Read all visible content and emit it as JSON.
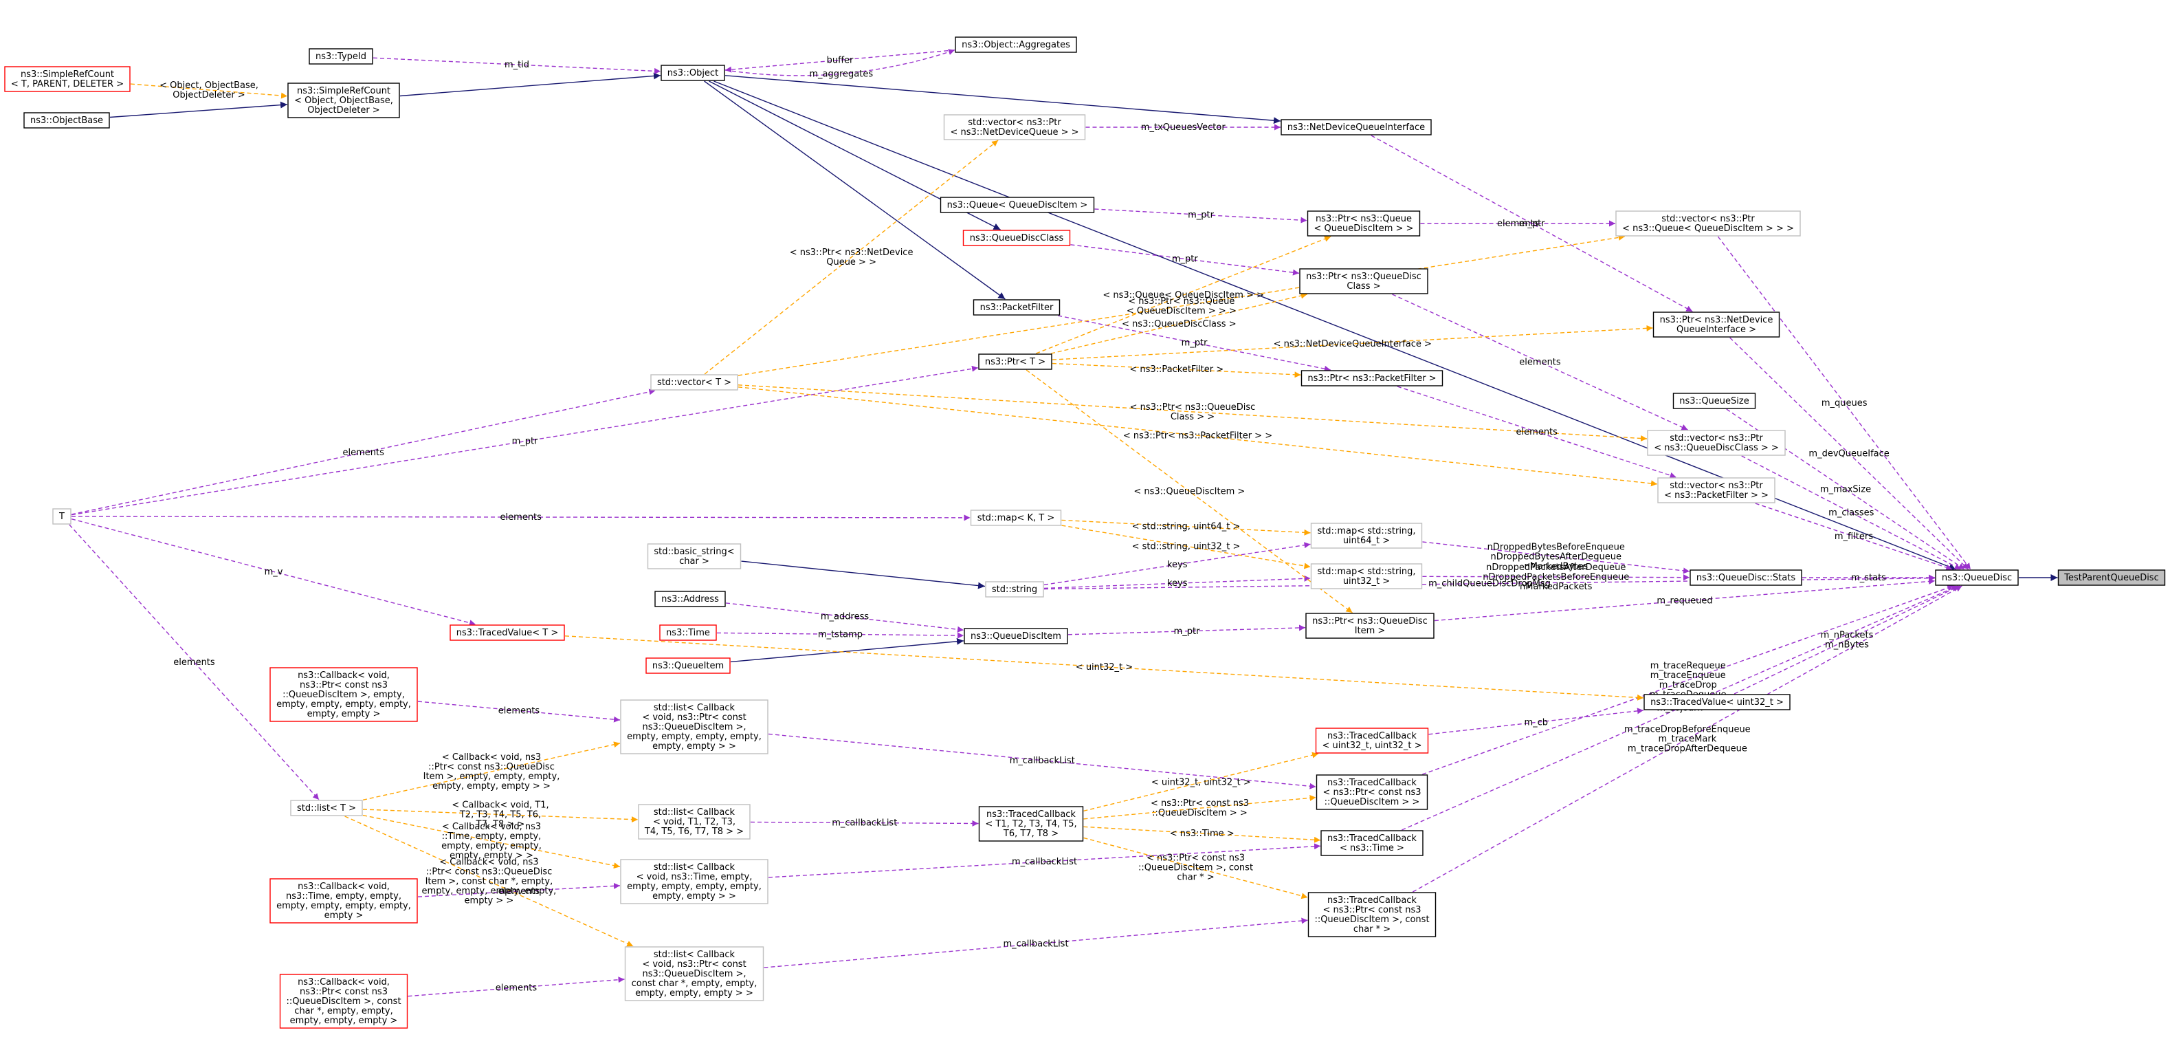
{
  "nodes": [
    {
      "id": "test_parent",
      "lines": [
        "TestParentQueueDisc"
      ],
      "style": "hl"
    },
    {
      "id": "queue_disc",
      "lines": [
        "ns3::QueueDisc"
      ],
      "style": "black"
    },
    {
      "id": "object",
      "lines": [
        "ns3::Object"
      ],
      "style": "black"
    },
    {
      "id": "typeid",
      "lines": [
        "ns3::TypeId"
      ],
      "style": "black"
    },
    {
      "id": "aggregates",
      "lines": [
        "ns3::Object::Aggregates"
      ],
      "style": "black"
    },
    {
      "id": "simple_refcount_obj",
      "lines": [
        "ns3::SimpleRefCount",
        "< Object, ObjectBase,",
        "ObjectDeleter >"
      ],
      "style": "black"
    },
    {
      "id": "simple_refcount_tpl",
      "lines": [
        "ns3::SimpleRefCount",
        "< T, PARENT, DELETER >"
      ],
      "style": "red"
    },
    {
      "id": "object_base",
      "lines": [
        "ns3::ObjectBase"
      ],
      "style": "black"
    },
    {
      "id": "ndqi",
      "lines": [
        "ns3::NetDeviceQueueInterface"
      ],
      "style": "black"
    },
    {
      "id": "vec_ptr_ndq",
      "lines": [
        "std::vector< ns3::Ptr",
        "< ns3::NetDeviceQueue > >"
      ],
      "style": "gray"
    },
    {
      "id": "queue_qdi",
      "lines": [
        "ns3::Queue< QueueDiscItem >"
      ],
      "style": "black"
    },
    {
      "id": "ptr_queue",
      "lines": [
        "ns3::Ptr< ns3::Queue",
        "< QueueDiscItem > >"
      ],
      "style": "black"
    },
    {
      "id": "vec_ptr_queue",
      "lines": [
        "std::vector< ns3::Ptr",
        "< ns3::Queue< QueueDiscItem > > >"
      ],
      "style": "gray"
    },
    {
      "id": "qdclass",
      "lines": [
        "ns3::QueueDiscClass"
      ],
      "style": "red"
    },
    {
      "id": "ptr_qdclass",
      "lines": [
        "ns3::Ptr< ns3::QueueDisc",
        "Class >"
      ],
      "style": "black"
    },
    {
      "id": "packet_filter",
      "lines": [
        "ns3::PacketFilter"
      ],
      "style": "black"
    },
    {
      "id": "ptr_t",
      "lines": [
        "ns3::Ptr< T >"
      ],
      "style": "black"
    },
    {
      "id": "ptr_ndqi",
      "lines": [
        "ns3::Ptr< ns3::NetDevice",
        "QueueInterface >"
      ],
      "style": "black"
    },
    {
      "id": "vec_t",
      "lines": [
        "std::vector< T >"
      ],
      "style": "gray"
    },
    {
      "id": "ptr_pf",
      "lines": [
        "ns3::Ptr< ns3::PacketFilter >"
      ],
      "style": "black"
    },
    {
      "id": "queue_size",
      "lines": [
        "ns3::QueueSize"
      ],
      "style": "black"
    },
    {
      "id": "vec_ptr_qdclass",
      "lines": [
        "std::vector< ns3::Ptr",
        "< ns3::QueueDiscClass > >"
      ],
      "style": "gray"
    },
    {
      "id": "vec_ptr_pf",
      "lines": [
        "std::vector< ns3::Ptr",
        "< ns3::PacketFilter > >"
      ],
      "style": "gray"
    },
    {
      "id": "t",
      "lines": [
        "T"
      ],
      "style": "gray"
    },
    {
      "id": "map_kt",
      "lines": [
        "std::map< K, T >"
      ],
      "style": "gray"
    },
    {
      "id": "map_u64",
      "lines": [
        "std::map< std::string,",
        "uint64_t >"
      ],
      "style": "gray"
    },
    {
      "id": "map_u32",
      "lines": [
        "std::map< std::string,",
        "uint32_t >"
      ],
      "style": "gray"
    },
    {
      "id": "basic_string",
      "lines": [
        "std::basic_string<",
        "char >"
      ],
      "style": "gray"
    },
    {
      "id": "std_string",
      "lines": [
        "std::string"
      ],
      "style": "gray"
    },
    {
      "id": "stats",
      "lines": [
        "ns3::QueueDisc::Stats"
      ],
      "style": "black"
    },
    {
      "id": "address",
      "lines": [
        "ns3::Address"
      ],
      "style": "black"
    },
    {
      "id": "time",
      "lines": [
        "ns3::Time"
      ],
      "style": "red"
    },
    {
      "id": "qdi",
      "lines": [
        "ns3::QueueDiscItem"
      ],
      "style": "black"
    },
    {
      "id": "queue_item",
      "lines": [
        "ns3::QueueItem"
      ],
      "style": "red"
    },
    {
      "id": "ptr_qdi",
      "lines": [
        "ns3::Ptr< ns3::QueueDisc",
        "Item >"
      ],
      "style": "black"
    },
    {
      "id": "traced_value_t",
      "lines": [
        "ns3::TracedValue< T >"
      ],
      "style": "red"
    },
    {
      "id": "traced_value_u32",
      "lines": [
        "ns3::TracedValue< uint32_t >"
      ],
      "style": "black"
    },
    {
      "id": "cb_ptr_qdi",
      "lines": [
        "ns3::Callback< void,",
        "ns3::Ptr< const ns3",
        "::QueueDiscItem >, empty,",
        "empty, empty, empty, empty,",
        "empty, empty >"
      ],
      "style": "red"
    },
    {
      "id": "list_cb_ptr_qdi",
      "lines": [
        "std::list< Callback",
        "< void, ns3::Ptr< const",
        "ns3::QueueDiscItem >,",
        "empty, empty, empty, empty,",
        "empty, empty > >"
      ],
      "style": "gray"
    },
    {
      "id": "tcb_u32",
      "lines": [
        "ns3::TracedCallback",
        "< uint32_t, uint32_t >"
      ],
      "style": "red"
    },
    {
      "id": "list_t",
      "lines": [
        "std::list< T >"
      ],
      "style": "gray"
    },
    {
      "id": "list_cb_t",
      "lines": [
        "std::list< Callback",
        "< void, T1, T2, T3,",
        "T4, T5, T6, T7, T8 > >"
      ],
      "style": "gray"
    },
    {
      "id": "tcb_t",
      "lines": [
        "ns3::TracedCallback",
        "< T1, T2, T3, T4, T5,",
        "T6, T7, T8 >"
      ],
      "style": "black"
    },
    {
      "id": "tcb_ptr_qdi",
      "lines": [
        "ns3::TracedCallback",
        "< ns3::Ptr< const ns3",
        "::QueueDiscItem > >"
      ],
      "style": "black"
    },
    {
      "id": "tcb_time",
      "lines": [
        "ns3::TracedCallback",
        "< ns3::Time >"
      ],
      "style": "black"
    },
    {
      "id": "list_cb_time",
      "lines": [
        "std::list< Callback",
        "< void, ns3::Time, empty,",
        "empty, empty, empty, empty,",
        "empty, empty > >"
      ],
      "style": "gray"
    },
    {
      "id": "cb_time",
      "lines": [
        "ns3::Callback< void,",
        "ns3::Time, empty, empty,",
        "empty, empty, empty, empty,",
        "empty >"
      ],
      "style": "red"
    },
    {
      "id": "tcb_ptr_qdi_char",
      "lines": [
        "ns3::TracedCallback",
        "< ns3::Ptr< const ns3",
        "::QueueDiscItem >, const",
        "char * >"
      ],
      "style": "black"
    },
    {
      "id": "list_cb_ptr_qdi_char",
      "lines": [
        "std::list< Callback",
        "< void, ns3::Ptr< const",
        "ns3::QueueDiscItem >,",
        "const char *, empty, empty,",
        "empty, empty, empty > >"
      ],
      "style": "gray"
    },
    {
      "id": "cb_ptr_qdi_char",
      "lines": [
        "ns3::Callback< void,",
        "ns3::Ptr< const ns3",
        "::QueueDiscItem >, const",
        "char *, empty, empty,",
        "empty, empty, empty >"
      ],
      "style": "red"
    }
  ],
  "edges": [
    {
      "kind": "inh",
      "from": "queue_disc",
      "to": "test_parent",
      "label": []
    },
    {
      "kind": "inh",
      "from": "object",
      "to": "queue_disc",
      "label": []
    },
    {
      "kind": "inh",
      "from": "simple_refcount_obj",
      "to": "object",
      "label": []
    },
    {
      "kind": "inh",
      "from": "object_base",
      "to": "simple_refcount_obj",
      "label": []
    },
    {
      "kind": "inh",
      "from": "object",
      "to": "ndqi",
      "label": []
    },
    {
      "kind": "inh",
      "from": "object",
      "to": "qdclass",
      "label": []
    },
    {
      "kind": "inh",
      "from": "object",
      "to": "packet_filter",
      "label": []
    },
    {
      "kind": "inh",
      "from": "basic_string",
      "to": "std_string",
      "label": []
    },
    {
      "kind": "inh",
      "from": "queue_item",
      "to": "qdi",
      "label": []
    },
    {
      "kind": "use",
      "from": "typeid",
      "to": "object",
      "label": [
        "m_tid"
      ]
    },
    {
      "kind": "use",
      "from": "aggregates",
      "to": "object",
      "label": [
        "buffer"
      ]
    },
    {
      "kind": "use",
      "from": "object",
      "to": "aggregates",
      "label": [
        "m_aggregates"
      ]
    },
    {
      "kind": "tpl",
      "from": "simple_refcount_tpl",
      "to": "simple_refcount_obj",
      "label": [
        "< Object, ObjectBase,",
        "ObjectDeleter >"
      ]
    },
    {
      "kind": "use",
      "from": "vec_ptr_ndq",
      "to": "ndqi",
      "label": [
        "m_txQueuesVector"
      ]
    },
    {
      "kind": "use",
      "from": "ndqi",
      "to": "ptr_ndqi",
      "label": [
        "m_ptr"
      ]
    },
    {
      "kind": "use",
      "from": "queue_qdi",
      "to": "ptr_queue",
      "label": [
        "m_ptr"
      ]
    },
    {
      "kind": "use",
      "from": "ptr_queue",
      "to": "vec_ptr_queue",
      "label": [
        "elements"
      ]
    },
    {
      "kind": "use",
      "from": "qdclass",
      "to": "ptr_qdclass",
      "label": [
        "m_ptr"
      ]
    },
    {
      "kind": "use",
      "from": "packet_filter",
      "to": "ptr_pf",
      "label": [
        "m_ptr"
      ]
    },
    {
      "kind": "use",
      "from": "ptr_ndqi",
      "to": "queue_disc",
      "label": [
        "m_devQueueIface"
      ]
    },
    {
      "kind": "use",
      "from": "vec_ptr_queue",
      "to": "queue_disc",
      "label": [
        "m_queues"
      ]
    },
    {
      "kind": "use",
      "from": "ptr_qdclass",
      "to": "vec_ptr_qdclass",
      "label": [
        "elements"
      ]
    },
    {
      "kind": "use",
      "from": "ptr_pf",
      "to": "vec_ptr_pf",
      "label": [
        "elements"
      ]
    },
    {
      "kind": "use",
      "from": "queue_size",
      "to": "queue_disc",
      "label": [
        "m_maxSize"
      ]
    },
    {
      "kind": "use",
      "from": "vec_ptr_qdclass",
      "to": "queue_disc",
      "label": [
        "m_classes"
      ]
    },
    {
      "kind": "use",
      "from": "vec_ptr_pf",
      "to": "queue_disc",
      "label": [
        "m_filters"
      ]
    },
    {
      "kind": "use",
      "from": "stats",
      "to": "queue_disc",
      "label": [
        "m_stats"
      ]
    },
    {
      "kind": "use",
      "from": "ptr_qdi",
      "to": "queue_disc",
      "label": [
        "m_requeued"
      ]
    },
    {
      "kind": "use",
      "from": "std_string",
      "to": "queue_disc",
      "label": [
        "m_childQueueDiscDropMsg"
      ]
    },
    {
      "kind": "use",
      "from": "traced_value_u32",
      "to": "queue_disc",
      "label": [
        "m_nPackets",
        "m_nBytes"
      ]
    },
    {
      "kind": "use",
      "from": "tcb_ptr_qdi",
      "to": "queue_disc",
      "label": [
        "m_traceRequeue",
        "m_traceEnqueue",
        "m_traceDrop",
        "m_traceDequeue"
      ]
    },
    {
      "kind": "use",
      "from": "tcb_time",
      "to": "queue_disc",
      "label": [
        "m_sojourn"
      ]
    },
    {
      "kind": "use",
      "from": "tcb_ptr_qdi_char",
      "to": "queue_disc",
      "label": [
        "m_traceDropBeforeEnqueue",
        "m_traceMark",
        "m_traceDropAfterDequeue"
      ]
    },
    {
      "kind": "use",
      "from": "map_u64",
      "to": "stats",
      "label": [
        "nDroppedBytesBeforeEnqueue",
        "nDroppedBytesAfterDequeue",
        "nMarkedBytes"
      ]
    },
    {
      "kind": "use",
      "from": "map_u32",
      "to": "stats",
      "label": [
        "nDroppedPacketsAfterDequeue",
        "nDroppedPacketsBeforeEnqueue",
        "nMarkedPackets"
      ]
    },
    {
      "kind": "use",
      "from": "std_string",
      "to": "map_u64",
      "label": [
        "keys"
      ]
    },
    {
      "kind": "use",
      "from": "std_string",
      "to": "map_u32",
      "label": [
        "keys"
      ]
    },
    {
      "kind": "use",
      "from": "t",
      "to": "map_kt",
      "label": [
        "elements"
      ]
    },
    {
      "kind": "tpl",
      "from": "map_kt",
      "to": "map_u64",
      "label": [
        "< std::string, uint64_t >"
      ]
    },
    {
      "kind": "tpl",
      "from": "map_kt",
      "to": "map_u32",
      "label": [
        "< std::string, uint32_t >"
      ]
    },
    {
      "kind": "use",
      "from": "t",
      "to": "ptr_t",
      "label": [
        "m_ptr"
      ]
    },
    {
      "kind": "use",
      "from": "t",
      "to": "vec_t",
      "label": [
        "elements"
      ]
    },
    {
      "kind": "use",
      "from": "t",
      "to": "traced_value_t",
      "label": [
        "m_v"
      ]
    },
    {
      "kind": "use",
      "from": "t",
      "to": "list_t",
      "label": [
        "elements"
      ]
    },
    {
      "kind": "tpl",
      "from": "vec_t",
      "to": "vec_ptr_ndq",
      "label": [
        "< ns3::Ptr< ns3::NetDevice",
        "Queue > >"
      ]
    },
    {
      "kind": "tpl",
      "from": "vec_t",
      "to": "vec_ptr_queue",
      "label": [
        "< ns3::Ptr< ns3::Queue",
        "< QueueDiscItem > > >"
      ]
    },
    {
      "kind": "tpl",
      "from": "vec_t",
      "to": "vec_ptr_qdclass",
      "label": [
        "< ns3::Ptr< ns3::QueueDisc",
        "Class > >"
      ]
    },
    {
      "kind": "tpl",
      "from": "vec_t",
      "to": "vec_ptr_pf",
      "label": [
        "< ns3::Ptr< ns3::PacketFilter > >"
      ]
    },
    {
      "kind": "tpl",
      "from": "ptr_t",
      "to": "ptr_queue",
      "label": [
        "< ns3::Queue< QueueDiscItem > >"
      ]
    },
    {
      "kind": "tpl",
      "from": "ptr_t",
      "to": "ptr_qdclass",
      "label": [
        "< ns3::QueueDiscClass >"
      ]
    },
    {
      "kind": "tpl",
      "from": "ptr_t",
      "to": "ptr_ndqi",
      "label": [
        "< ns3::NetDeviceQueueInterface >"
      ]
    },
    {
      "kind": "tpl",
      "from": "ptr_t",
      "to": "ptr_pf",
      "label": [
        "< ns3::PacketFilter >"
      ]
    },
    {
      "kind": "tpl",
      "from": "ptr_t",
      "to": "ptr_qdi",
      "label": [
        "< ns3::QueueDiscItem >"
      ]
    },
    {
      "kind": "use",
      "from": "address",
      "to": "qdi",
      "label": [
        "m_address"
      ]
    },
    {
      "kind": "use",
      "from": "time",
      "to": "qdi",
      "label": [
        "m_tstamp"
      ]
    },
    {
      "kind": "use",
      "from": "qdi",
      "to": "ptr_qdi",
      "label": [
        "m_ptr"
      ]
    },
    {
      "kind": "tpl",
      "from": "traced_value_t",
      "to": "traced_value_u32",
      "label": [
        "< uint32_t >"
      ]
    },
    {
      "kind": "use",
      "from": "tcb_u32",
      "to": "traced_value_u32",
      "label": [
        "m_cb"
      ]
    },
    {
      "kind": "tpl",
      "from": "tcb_t",
      "to": "tcb_u32",
      "label": [
        "< uint32_t, uint32_t >"
      ]
    },
    {
      "kind": "tpl",
      "from": "tcb_t",
      "to": "tcb_ptr_qdi",
      "label": [
        "< ns3::Ptr< const ns3",
        "::QueueDiscItem > >"
      ]
    },
    {
      "kind": "tpl",
      "from": "tcb_t",
      "to": "tcb_time",
      "label": [
        "< ns3::Time >"
      ]
    },
    {
      "kind": "tpl",
      "from": "tcb_t",
      "to": "tcb_ptr_qdi_char",
      "label": [
        "< ns3::Ptr< const ns3",
        "::QueueDiscItem >, const",
        "char * >"
      ]
    },
    {
      "kind": "use",
      "from": "list_cb_t",
      "to": "tcb_t",
      "label": [
        "m_callbackList"
      ]
    },
    {
      "kind": "use",
      "from": "list_cb_ptr_qdi",
      "to": "tcb_ptr_qdi",
      "label": [
        "m_callbackList"
      ]
    },
    {
      "kind": "use",
      "from": "list_cb_time",
      "to": "tcb_time",
      "label": [
        "m_callbackList"
      ]
    },
    {
      "kind": "use",
      "from": "list_cb_ptr_qdi_char",
      "to": "tcb_ptr_qdi_char",
      "label": [
        "m_callbackList"
      ]
    },
    {
      "kind": "use",
      "from": "cb_ptr_qdi",
      "to": "list_cb_ptr_qdi",
      "label": [
        "elements"
      ]
    },
    {
      "kind": "use",
      "from": "cb_time",
      "to": "list_cb_time",
      "label": [
        "elements"
      ]
    },
    {
      "kind": "use",
      "from": "cb_ptr_qdi_char",
      "to": "list_cb_ptr_qdi_char",
      "label": [
        "elements"
      ]
    },
    {
      "kind": "tpl",
      "from": "list_t",
      "to": "list_cb_ptr_qdi",
      "label": [
        "< Callback< void, ns3",
        "::Ptr< const ns3::QueueDisc",
        "Item >, empty, empty, empty,",
        "empty, empty, empty > >"
      ]
    },
    {
      "kind": "tpl",
      "from": "list_t",
      "to": "list_cb_t",
      "label": [
        "< Callback< void, T1,",
        "T2, T3, T4, T5, T6,",
        "T7, T8 > >"
      ]
    },
    {
      "kind": "tpl",
      "from": "list_t",
      "to": "list_cb_time",
      "label": [
        "< Callback< void, ns3",
        "::Time, empty, empty,",
        "empty, empty, empty,",
        "empty, empty > >"
      ]
    },
    {
      "kind": "tpl",
      "from": "list_t",
      "to": "list_cb_ptr_qdi_char",
      "label": [
        "< Callback< void, ns3",
        "::Ptr< const ns3::QueueDisc",
        "Item >, const char *, empty,",
        "empty, empty, empty, empty,",
        "empty > >"
      ]
    }
  ]
}
